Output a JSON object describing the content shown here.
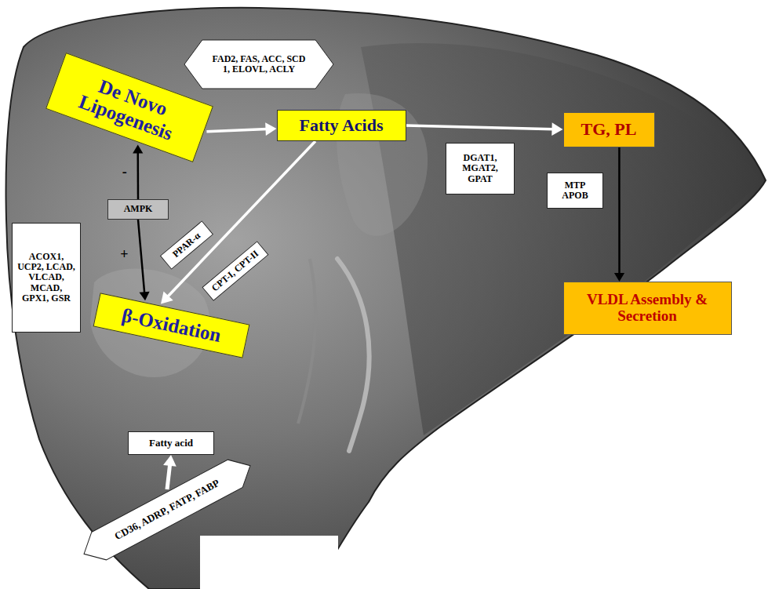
{
  "diagram": {
    "nodes": [
      {
        "text": [
          "De Novo Lipogenesis"
        ]
      },
      {
        "text": [
          "FAD2, FAS, ACC, SCD 1, ELOVL, ACLY"
        ]
      },
      {
        "text": [
          "Fatty Acids"
        ]
      },
      {
        "text": [
          "TG, PL"
        ]
      },
      {
        "text": [
          "DGAT1, MGAT2, GPAT"
        ]
      },
      {
        "text": [
          "MTP APOB"
        ]
      },
      {
        "text": [
          "VLDL Assembly & Secretion"
        ]
      },
      {
        "text": [
          "AMPK"
        ]
      },
      {
        "text": [
          "ACOX1, UCP2, LCAD, VLCAD, MCAD, GPX1, GSR"
        ]
      },
      {
        "text": [
          "PPAR-α"
        ]
      },
      {
        "text": [
          "CPT-I, CPT-II"
        ]
      },
      {
        "text": [
          "β-Oxidation"
        ]
      },
      {
        "text": [
          "Fatty acid"
        ]
      },
      {
        "text": [
          "CD36, ADRP, FATP, FABP"
        ]
      }
    ],
    "edges": [
      {
        "from": 0,
        "to": 2,
        "arrow": "to"
      },
      {
        "from": 2,
        "to": 3,
        "arrow": "to"
      },
      {
        "from": 2,
        "to": 11,
        "arrow": "to"
      },
      {
        "from": 3,
        "to": 6,
        "arrow": "to"
      },
      {
        "from": 7,
        "to": 0,
        "label": "-",
        "arrow": "to"
      },
      {
        "from": 7,
        "to": 11,
        "label": "+",
        "arrow": "to"
      },
      {
        "from": 13,
        "to": 12,
        "arrow": "to"
      }
    ]
  }
}
